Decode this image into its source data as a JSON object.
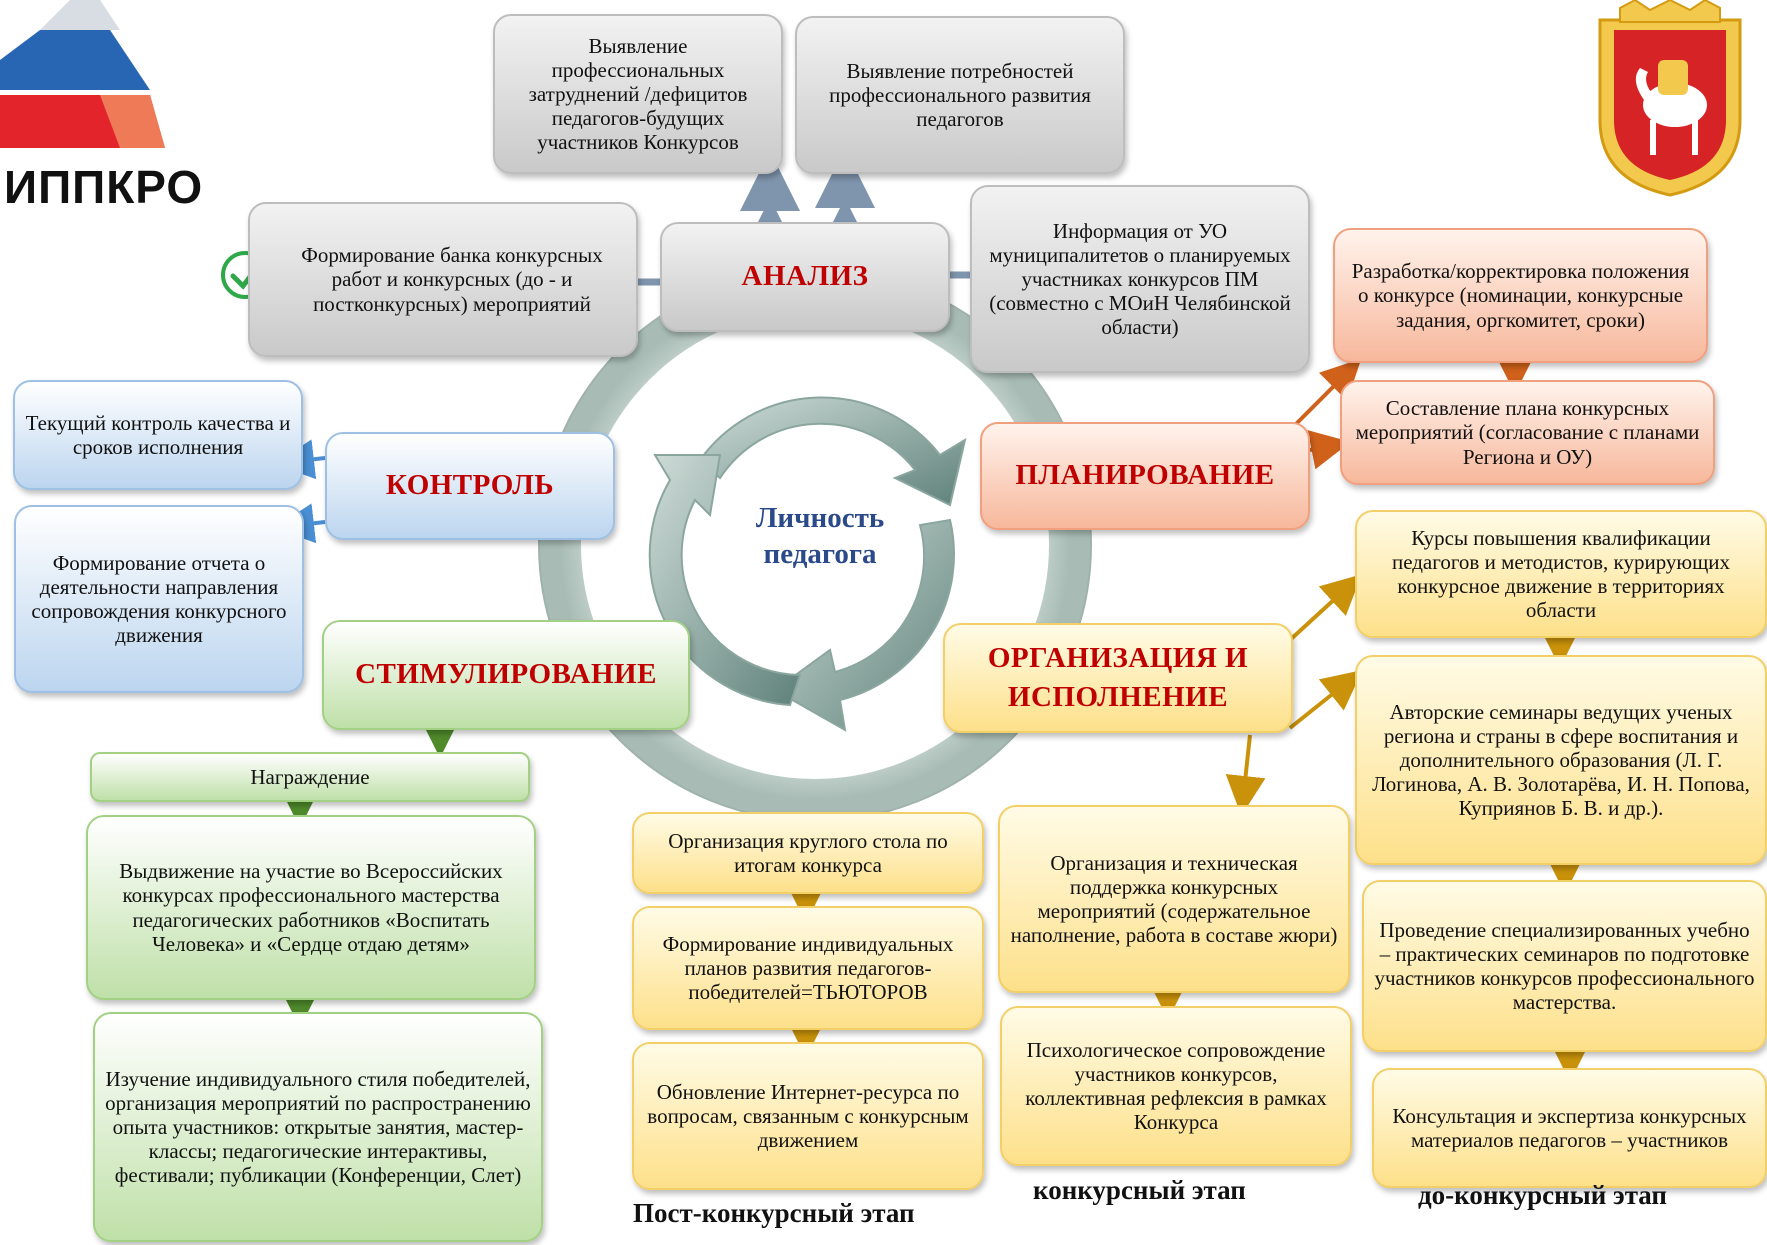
{
  "logo": {
    "text": "ИППКРО"
  },
  "center": {
    "line1": "Личность",
    "line2": "педагога"
  },
  "nodes": {
    "analysis": "АНАЛИЗ",
    "control": "КОНТРОЛЬ",
    "planning": "ПЛАНИРОВАНИЕ",
    "stimulation": "СТИМУЛИРОВАНИЕ",
    "organization": "ОРГАНИЗАЦИЯ И ИСПОЛНЕНИЕ"
  },
  "boxes": {
    "identify_difficulties": "Выявление профессиональных затруднений /дефицитов педагогов-будущих участников Конкурсов",
    "identify_needs": "Выявление потребностей профессионального развития педагогов",
    "bank": "Формирование банка конкурсных работ и конкурсных (до - и постконкурсных) мероприятий",
    "info_uo": "Информация от УО муниципалитетов о планируемых участниках конкурсов ПМ (совместно с МОиН Челябинской области)",
    "regulation": "Разработка/корректировка положения о конкурсе (номинации, конкурсные задания, оргкомитет, сроки)",
    "plan": "Составление плана конкурсных мероприятий (согласование с планами Региона и ОУ)",
    "current_control": "Текущий контроль качества и сроков исполнения",
    "report": "Формирование отчета о деятельности направления сопровождения конкурсного движения",
    "courses": "Курсы повышения квалификации педагогов и методистов, курирующих конкурсное движение в территориях области",
    "seminars_author": "Авторские семинары ведущих ученых региона и страны в сфере воспитания и дополнительного образования (Л. Г. Логинова, А. В. Золотарёва, И. Н. Попова, Куприянов Б. В. и др.).",
    "seminars_special": "Проведение специализированных учебно – практических семинаров по подготовке участников конкурсов профессионального мастерства.",
    "consulting": "Консультация и экспертиза конкурсных материалов педагогов – участников",
    "org_support": "Организация и техническая поддержка конкурсных мероприятий (содержательное наполнение, работа в составе жюри)",
    "psych_support": "Психологическое сопровождение участников конкурсов, коллективная рефлексия в рамках Конкурса",
    "round_table": "Организация круглого стола по итогам конкурса",
    "individual_plans": "Формирование индивидуальных планов развития педагогов-победителей=ТЬЮТОРОВ",
    "internet_update": "Обновление Интернет-ресурса по вопросам, связанным с конкурсным движением",
    "awarding": "Награждение",
    "nomination": "Выдвижение на участие во Всероссийских конкурсах профессионального мастерства педагогических работников «Воспитать Человека» и «Сердце отдаю детям»",
    "study_style": "Изучение индивидуального стиля победителей, организация мероприятий по распространению опыта участников: открытые занятия, мастер-классы; педагогические интерактивы, фестивали; публикации (Конференции, Слет)"
  },
  "stages": {
    "post": "Пост-конкурсный этап",
    "during": "конкурсный этап",
    "pre": "до-конкурсный этап"
  },
  "colors": {
    "main_label": "#c00000",
    "center_text": "#2b4a8a",
    "cycle": "#6f8f86",
    "orange_arrow": "#d0611b",
    "yellow_arrow": "#c9920a",
    "green_arrow": "#4f8a2b",
    "blue_arrow": "#4a8fd4",
    "gray_arrow": "#7f95ad"
  }
}
